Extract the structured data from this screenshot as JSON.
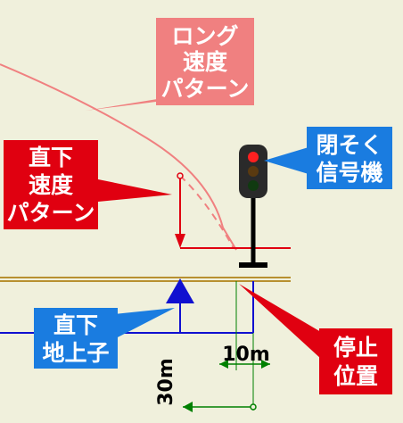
{
  "colors": {
    "background": "#f0f0dc",
    "long_pattern": "#f08080",
    "direct_pattern": "#e00010",
    "signal_callout": "#1a7ce0",
    "beacon": "#1010d0",
    "stop_callout": "#e00010",
    "dimension": "#008000",
    "rail": "#c8a040"
  },
  "labels": {
    "long_pattern": [
      "ロング",
      "速度",
      "パターン"
    ],
    "direct_pattern": [
      "直下",
      "速度",
      "パターン"
    ],
    "signal": [
      "閉そく",
      "信号機"
    ],
    "beacon": [
      "直下",
      "地上子"
    ],
    "stop_position": [
      "停止",
      "位置"
    ]
  },
  "dimensions": {
    "horizontal": "10m",
    "vertical": "30m"
  },
  "icons": {
    "signal": "traffic-signal-icon",
    "beacon": "triangle-beacon-icon"
  }
}
